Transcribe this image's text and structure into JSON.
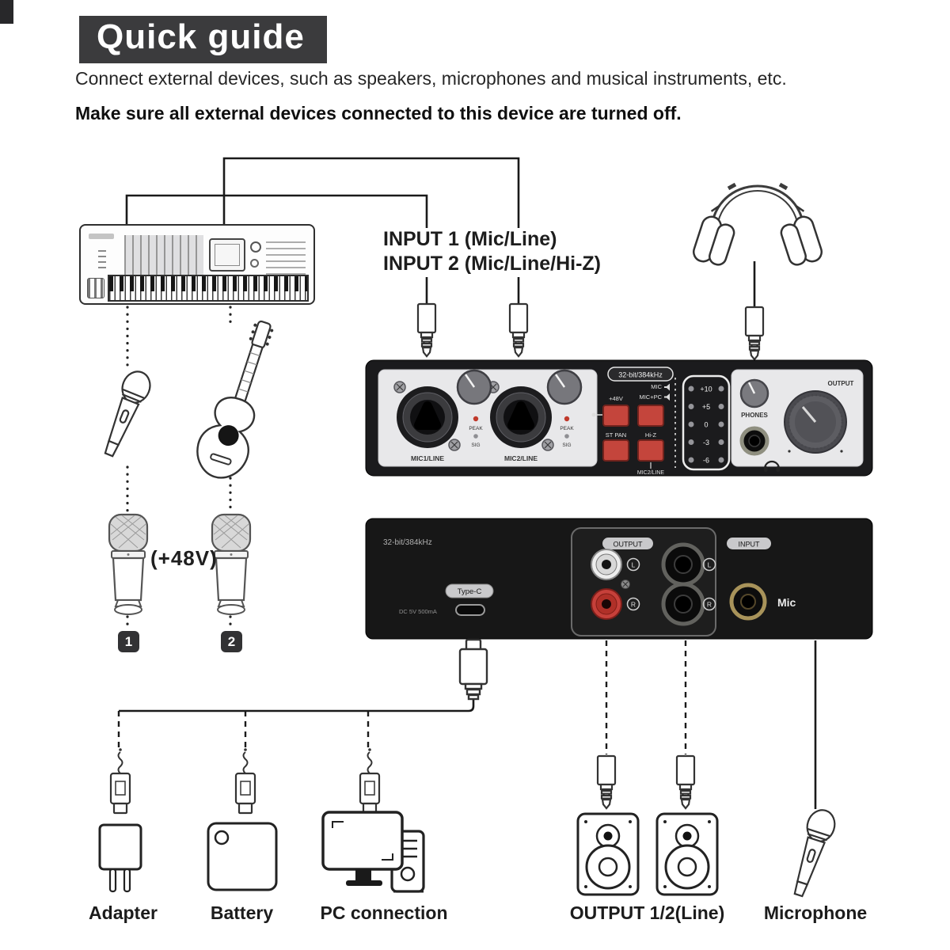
{
  "page": {
    "title": "Quick guide",
    "intro": "Connect external devices, such as speakers, microphones and musical instruments, etc.",
    "warning": "Make sure all external devices connected to this device are turned off.",
    "input_label_1": "INPUT 1 (Mic/Line)",
    "input_label_2": "INPUT 2 (Mic/Line/Hi-Z)",
    "phantom_label": "(+48V)",
    "mic_badge_1": "1",
    "mic_badge_2": "2"
  },
  "front_panel": {
    "bitrate_badge": "32-bit/384kHz",
    "jack1_label": "MIC1/LINE",
    "jack2_label": "MIC2/LINE",
    "peak_label": "PEAK",
    "sig_label": "SIG",
    "btn_48v": "+48V",
    "btn_mic": "MIC",
    "btn_mic_pc": "MIC+PC",
    "btn_st_pan": "ST PAN",
    "btn_hi_z": "Hi-Z",
    "mic_line_label": "MIC2/LINE",
    "meter_labels": [
      "+10",
      "+5",
      "0",
      "-3",
      "-6"
    ],
    "phones_label": "PHONES",
    "output_label": "OUTPUT"
  },
  "rear_panel": {
    "bitrate": "32-bit/384kHz",
    "type_c_badge": "Type-C",
    "power_spec": "DC 5V 500mA",
    "output_badge": "OUTPUT",
    "input_badge": "INPUT",
    "mic_label": "Mic",
    "channel_left": "L",
    "channel_right": "R"
  },
  "bottom_labels": {
    "adapter": "Adapter",
    "battery": "Battery",
    "pc": "PC connection",
    "output12": "OUTPUT 1/2(Line)",
    "microphone": "Microphone"
  },
  "colors": {
    "title_bg": "#3b3b3d",
    "panel_body": "#1b1b1d",
    "panel_face": "#e8e8ea",
    "button_red": "#c4453c",
    "rca_red": "#c6403a",
    "gold_jack": "#a8935a"
  }
}
